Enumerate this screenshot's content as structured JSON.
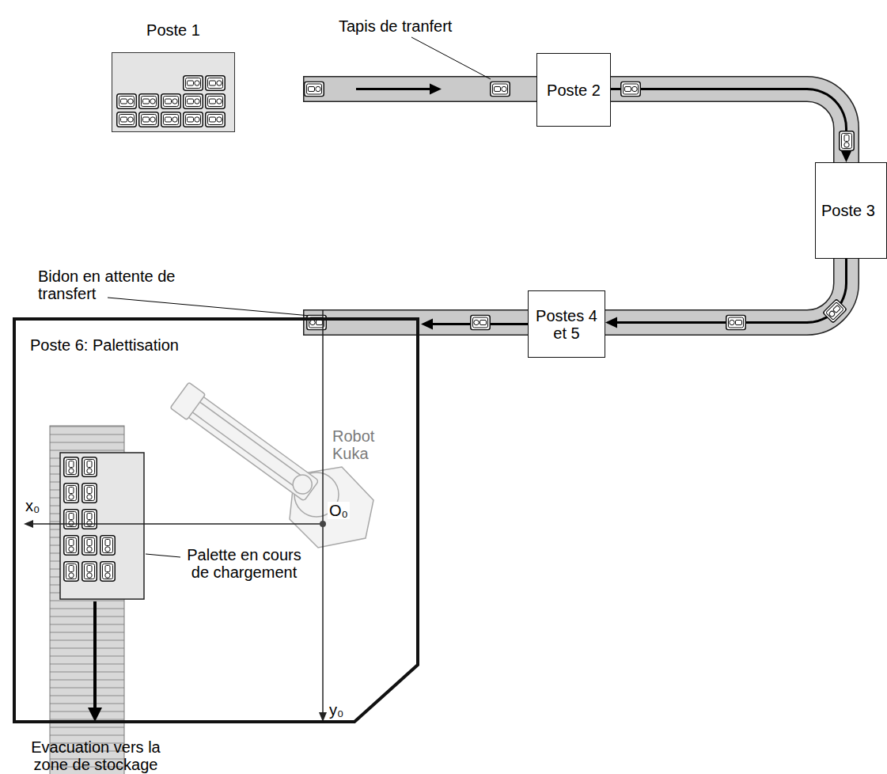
{
  "diagram": {
    "nodes": [
      {
        "text": [
          "Poste 1"
        ]
      },
      {
        "text": [
          "Poste 2"
        ]
      },
      {
        "text": [
          "Poste 3"
        ]
      },
      {
        "text": [
          "Postes 4 et 5"
        ]
      },
      {
        "text": [
          "Poste 6: Palettisation"
        ]
      }
    ],
    "edges": [
      {
        "from": 1,
        "to": 2,
        "arrow": "to"
      },
      {
        "from": 2,
        "to": 3,
        "arrow": "to"
      },
      {
        "from": 3,
        "to": 4,
        "arrow": "to"
      }
    ],
    "labels": [
      "Tapis de tranfert",
      "Bidon en attente de transfert",
      "Robot Kuka",
      "x₀",
      "O₀",
      "y₀",
      "Palette en cours de chargement",
      "Evacuation vers la zone de stockage"
    ]
  }
}
